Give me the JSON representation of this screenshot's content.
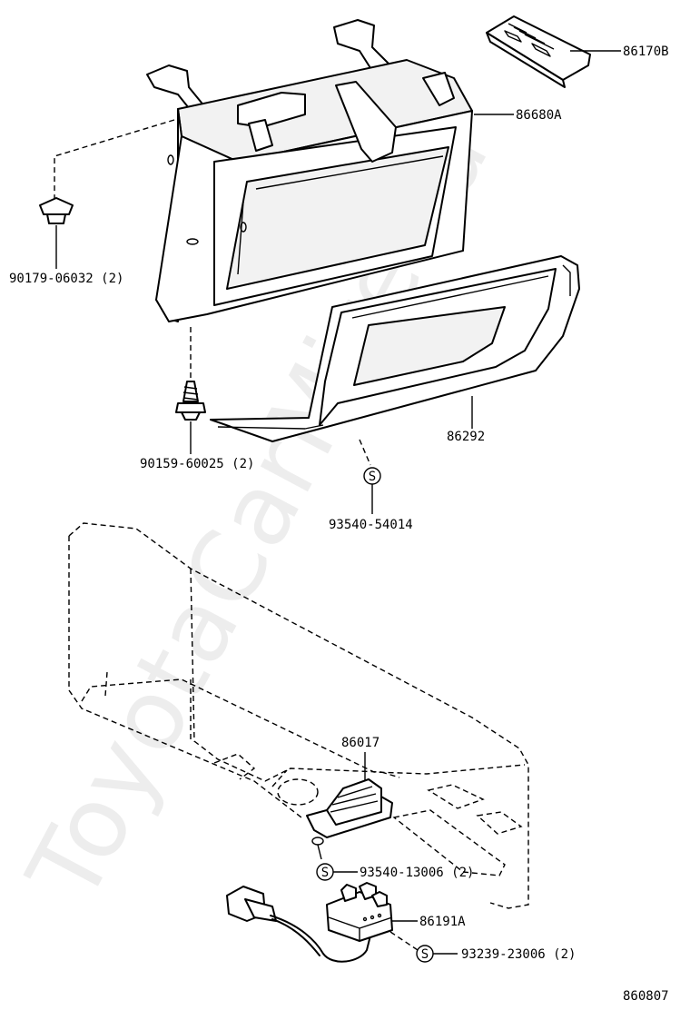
{
  "watermark": "ToyotaCarMire.ru",
  "diagram_code": "860807",
  "parts": {
    "remote": "86170B",
    "display": "86680A",
    "clip": "90179-06032 (2)",
    "screw": "90159-60025 (2)",
    "bezel": "86292",
    "s_screw_top": "93540-54014",
    "sensor": "86017",
    "s_screw_mid": "93540-13006 (2)",
    "connector": "86191A",
    "s_screw_bottom": "93239-23006 (2)"
  },
  "symbols": {
    "s": "S"
  }
}
